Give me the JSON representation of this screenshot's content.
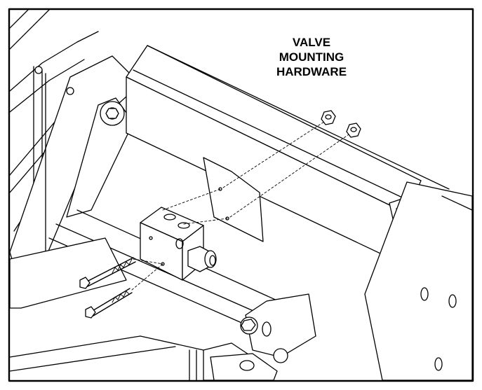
{
  "callout": {
    "lines": [
      "VALVE",
      "MOUNTING",
      "HARDWARE"
    ]
  }
}
